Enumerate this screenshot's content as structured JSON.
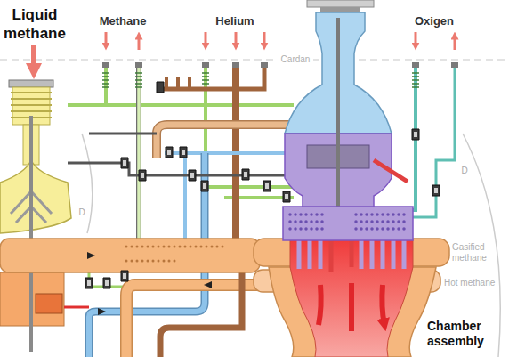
{
  "diagram": {
    "labels": [
      "Liquid methane",
      "Methane",
      "Helium",
      "Cardan",
      "Oxigen",
      "D",
      "D",
      "Gasified methane",
      "Hot methane",
      "Chamber assembly"
    ]
  }
}
